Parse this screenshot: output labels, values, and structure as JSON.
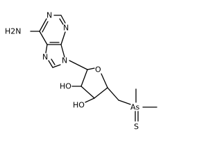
{
  "molecule": {
    "labels": {
      "amine": "H2N",
      "n1": "N",
      "n3": "N",
      "n7": "N",
      "n9": "N",
      "ring_oxygen": "O",
      "hydroxyl_2": "HO",
      "hydroxyl_3": "HO",
      "arsenic": "As",
      "sulfur": "S"
    }
  }
}
